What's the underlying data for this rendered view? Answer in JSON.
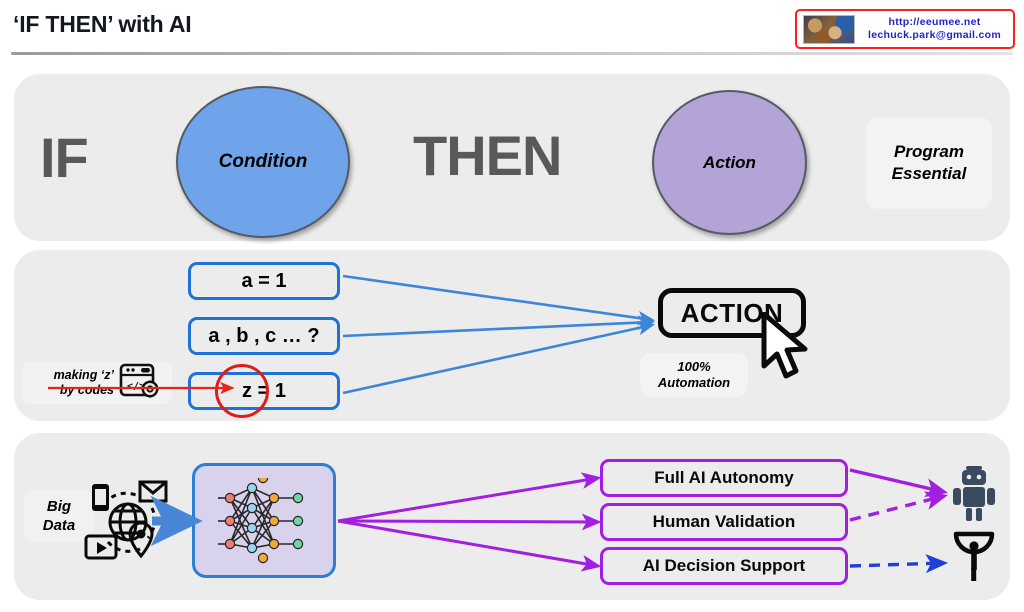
{
  "header": {
    "title": "‘IF THEN’ with AI",
    "logo": {
      "url": "http://eeumee.net",
      "email": "lechuck.park@gmail.com",
      "thumb_icon": "photo-thumbnail",
      "border_color": "#ff1f1f",
      "text_color": "#2323c8"
    }
  },
  "panel_if_then": {
    "keyword_if": "IF",
    "keyword_then": "THEN",
    "condition_bubble": "Condition",
    "action_bubble": "Action",
    "side_tag_line1": "Program",
    "side_tag_line2": "Essential",
    "colors": {
      "condition_fill": "#6fa3ea",
      "action_fill": "#b3a3d6",
      "keyword": "#595959",
      "panel": "#ececec"
    }
  },
  "panel_codes": {
    "conditions": [
      {
        "label": "a = 1",
        "highlighted": false
      },
      {
        "label": "a , b , c … ?",
        "highlighted": false
      },
      {
        "label": "z = 1",
        "highlighted": true
      }
    ],
    "code_note_line1": "making ‘z’",
    "code_note_line2": "by codes",
    "code_icon": "code-window-gear-icon",
    "action_label": "ACTION",
    "automation_line1": "100%",
    "automation_line2": "Automation",
    "cursor_icon": "mouse-pointer-icon",
    "colors": {
      "condition_border": "#1f72d6",
      "arrow": "#3d85d8",
      "highlight_ring": "#e01b1b"
    }
  },
  "panel_ai": {
    "bigdata_line1": "Big",
    "bigdata_line2": "Data",
    "bigdata_icon": "globe-devices-icon",
    "model_icon": "neural-network-icon",
    "outcomes": [
      {
        "label": "Full AI Autonomy",
        "target": "robot",
        "link_style": "solid",
        "link_color": "#a21fe0"
      },
      {
        "label": "Human Validation",
        "target": "robot",
        "link_style": "dashed",
        "link_color": "#a21fe0"
      },
      {
        "label": "AI Decision Support",
        "target": "human",
        "link_style": "dashed",
        "link_color": "#1f3fd6"
      }
    ],
    "robot_icon": "robot-icon",
    "human_icon": "person-raised-arms-icon",
    "colors": {
      "outcome_border": "#a21fe0",
      "model_fill": "#d9d2ec",
      "model_border": "#2b7fd4",
      "input_arrow": "#4a86d8"
    }
  }
}
